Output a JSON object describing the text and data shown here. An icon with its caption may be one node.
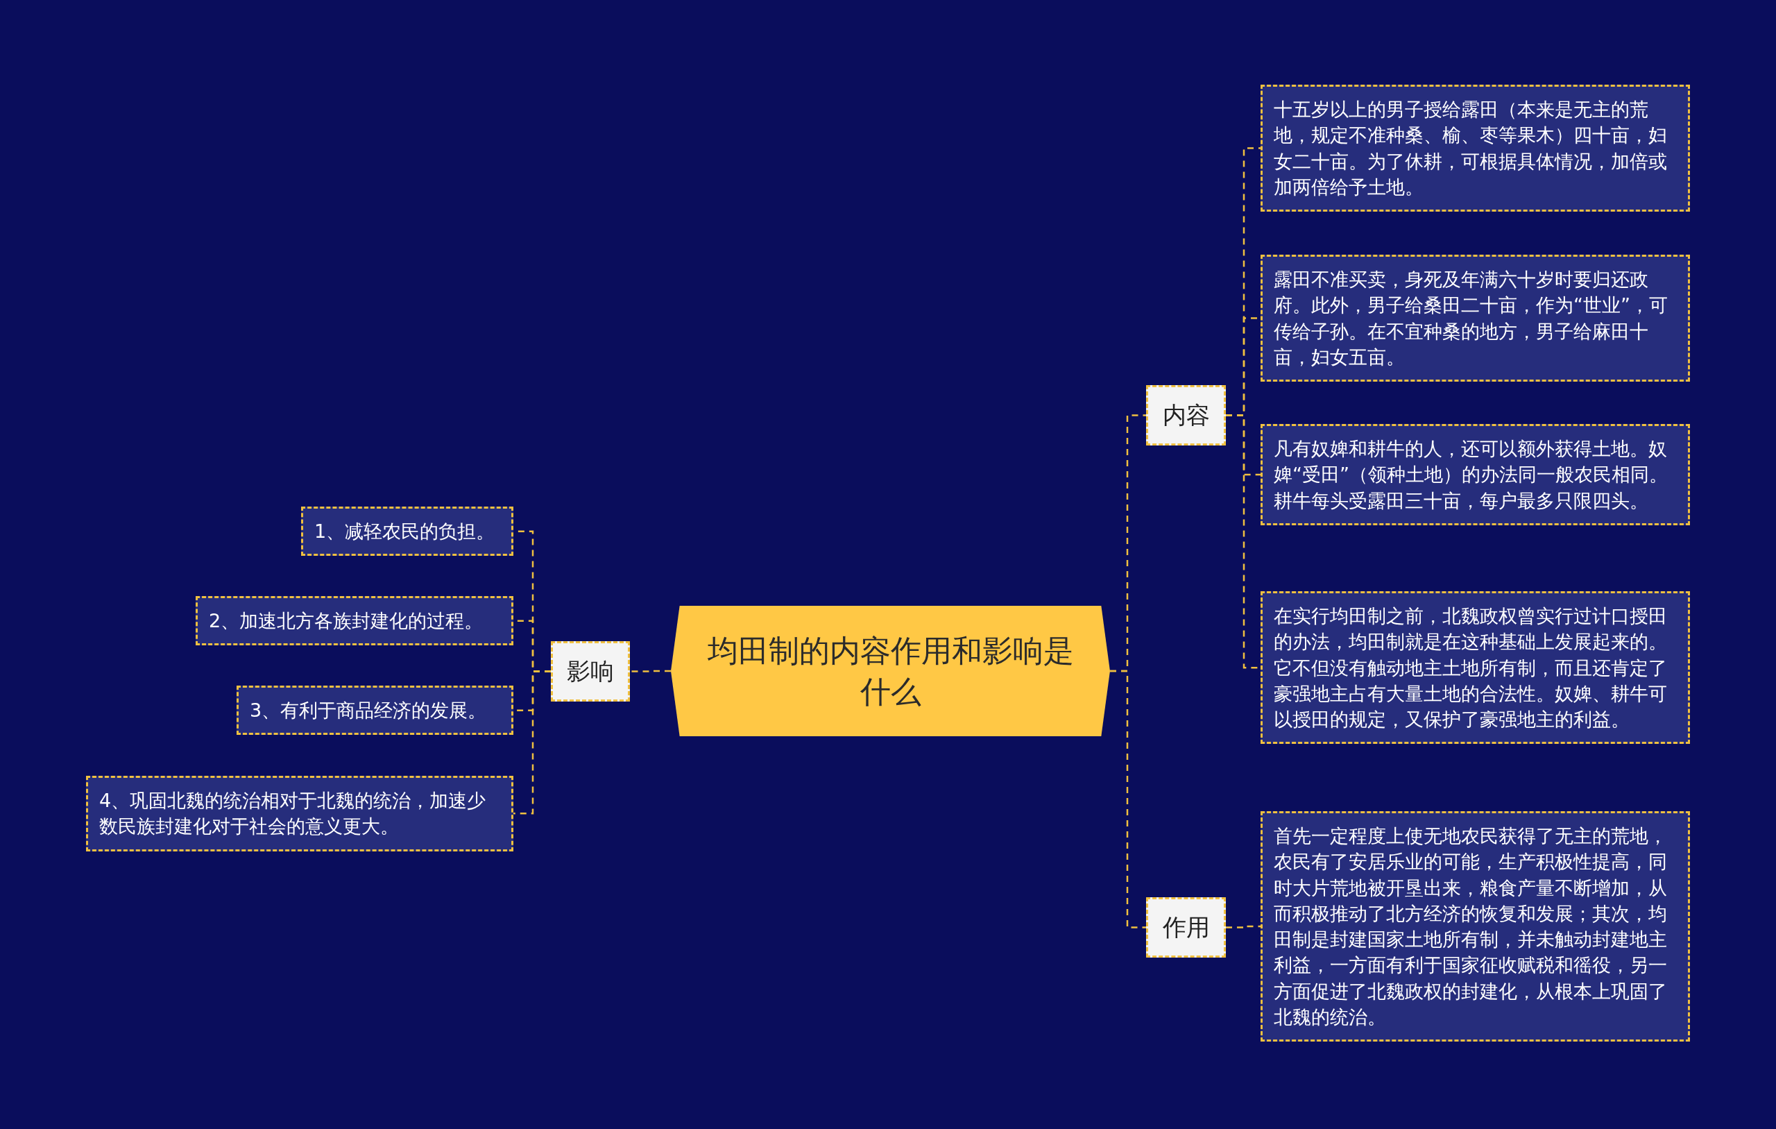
{
  "diagram": {
    "nodes": [
      {
        "text": [
          "均田制的内容作用和影响是什么"
        ]
      },
      {
        "text": [
          "内容"
        ]
      },
      {
        "text": [
          "十五岁以上的男子授给露田（本来是无主的荒地，规定不准种桑、榆、枣等果木）四十亩，妇女二十亩。为了休耕，可根据具体情况，加倍或加两倍给予土地。"
        ]
      },
      {
        "text": [
          "露田不准买卖，身死及年满六十岁时要归还政府。此外，男子给桑田二十亩，作为“世业”，可传给子孙。在不宜种桑的地方，男子给麻田十亩，妇女五亩。"
        ]
      },
      {
        "text": [
          "凡有奴婢和耕牛的人，还可以额外获得土地。奴婢“受田”（领种土地）的办法同一般农民相同。耕牛每头受露田三十亩，每户最多只限四头。"
        ]
      },
      {
        "text": [
          "在实行均田制之前，北魏政权曾实行过计口授田的办法，均田制就是在这种基础上发展起来的。它不但没有触动地主土地所有制，而且还肯定了豪强地主占有大量土地的合法性。奴婢、耕牛可以授田的规定，又保护了豪强地主的利益。"
        ]
      },
      {
        "text": [
          "作用"
        ]
      },
      {
        "text": [
          "首先一定程度上使无地农民获得了无主的荒地，农民有了安居乐业的可能，生产积极性提高，同时大片荒地被开垦出来，粮食产量不断增加，从而积极推动了北方经济的恢复和发展；其次，均田制是封建国家土地所有制，并未触动封建地主利益，一方面有利于国家征收赋税和徭役，另一方面促进了北魏政权的封建化，从根本上巩固了北魏的统治。"
        ]
      },
      {
        "text": [
          "影响"
        ]
      },
      {
        "text": [
          "1、减轻农民的负担。"
        ]
      },
      {
        "text": [
          "2、加速北方各族封建化的过程。"
        ]
      },
      {
        "text": [
          "3、有利于商品经济的发展。"
        ]
      },
      {
        "text": [
          "4、巩固北魏的统治相对于北魏的统治，加速少数民族封建化对于社会的意义更大。"
        ]
      }
    ],
    "edges": [
      {
        "from": 0,
        "to": 1,
        "arrow": "none"
      },
      {
        "from": 1,
        "to": 2,
        "arrow": "none"
      },
      {
        "from": 1,
        "to": 3,
        "arrow": "none"
      },
      {
        "from": 1,
        "to": 4,
        "arrow": "none"
      },
      {
        "from": 1,
        "to": 5,
        "arrow": "none"
      },
      {
        "from": 0,
        "to": 6,
        "arrow": "none"
      },
      {
        "from": 6,
        "to": 7,
        "arrow": "none"
      },
      {
        "from": 0,
        "to": 8,
        "arrow": "none"
      },
      {
        "from": 8,
        "to": 9,
        "arrow": "none"
      },
      {
        "from": 8,
        "to": 10,
        "arrow": "none"
      },
      {
        "from": 8,
        "to": 11,
        "arrow": "none"
      },
      {
        "from": 8,
        "to": 12,
        "arrow": "none"
      }
    ]
  }
}
